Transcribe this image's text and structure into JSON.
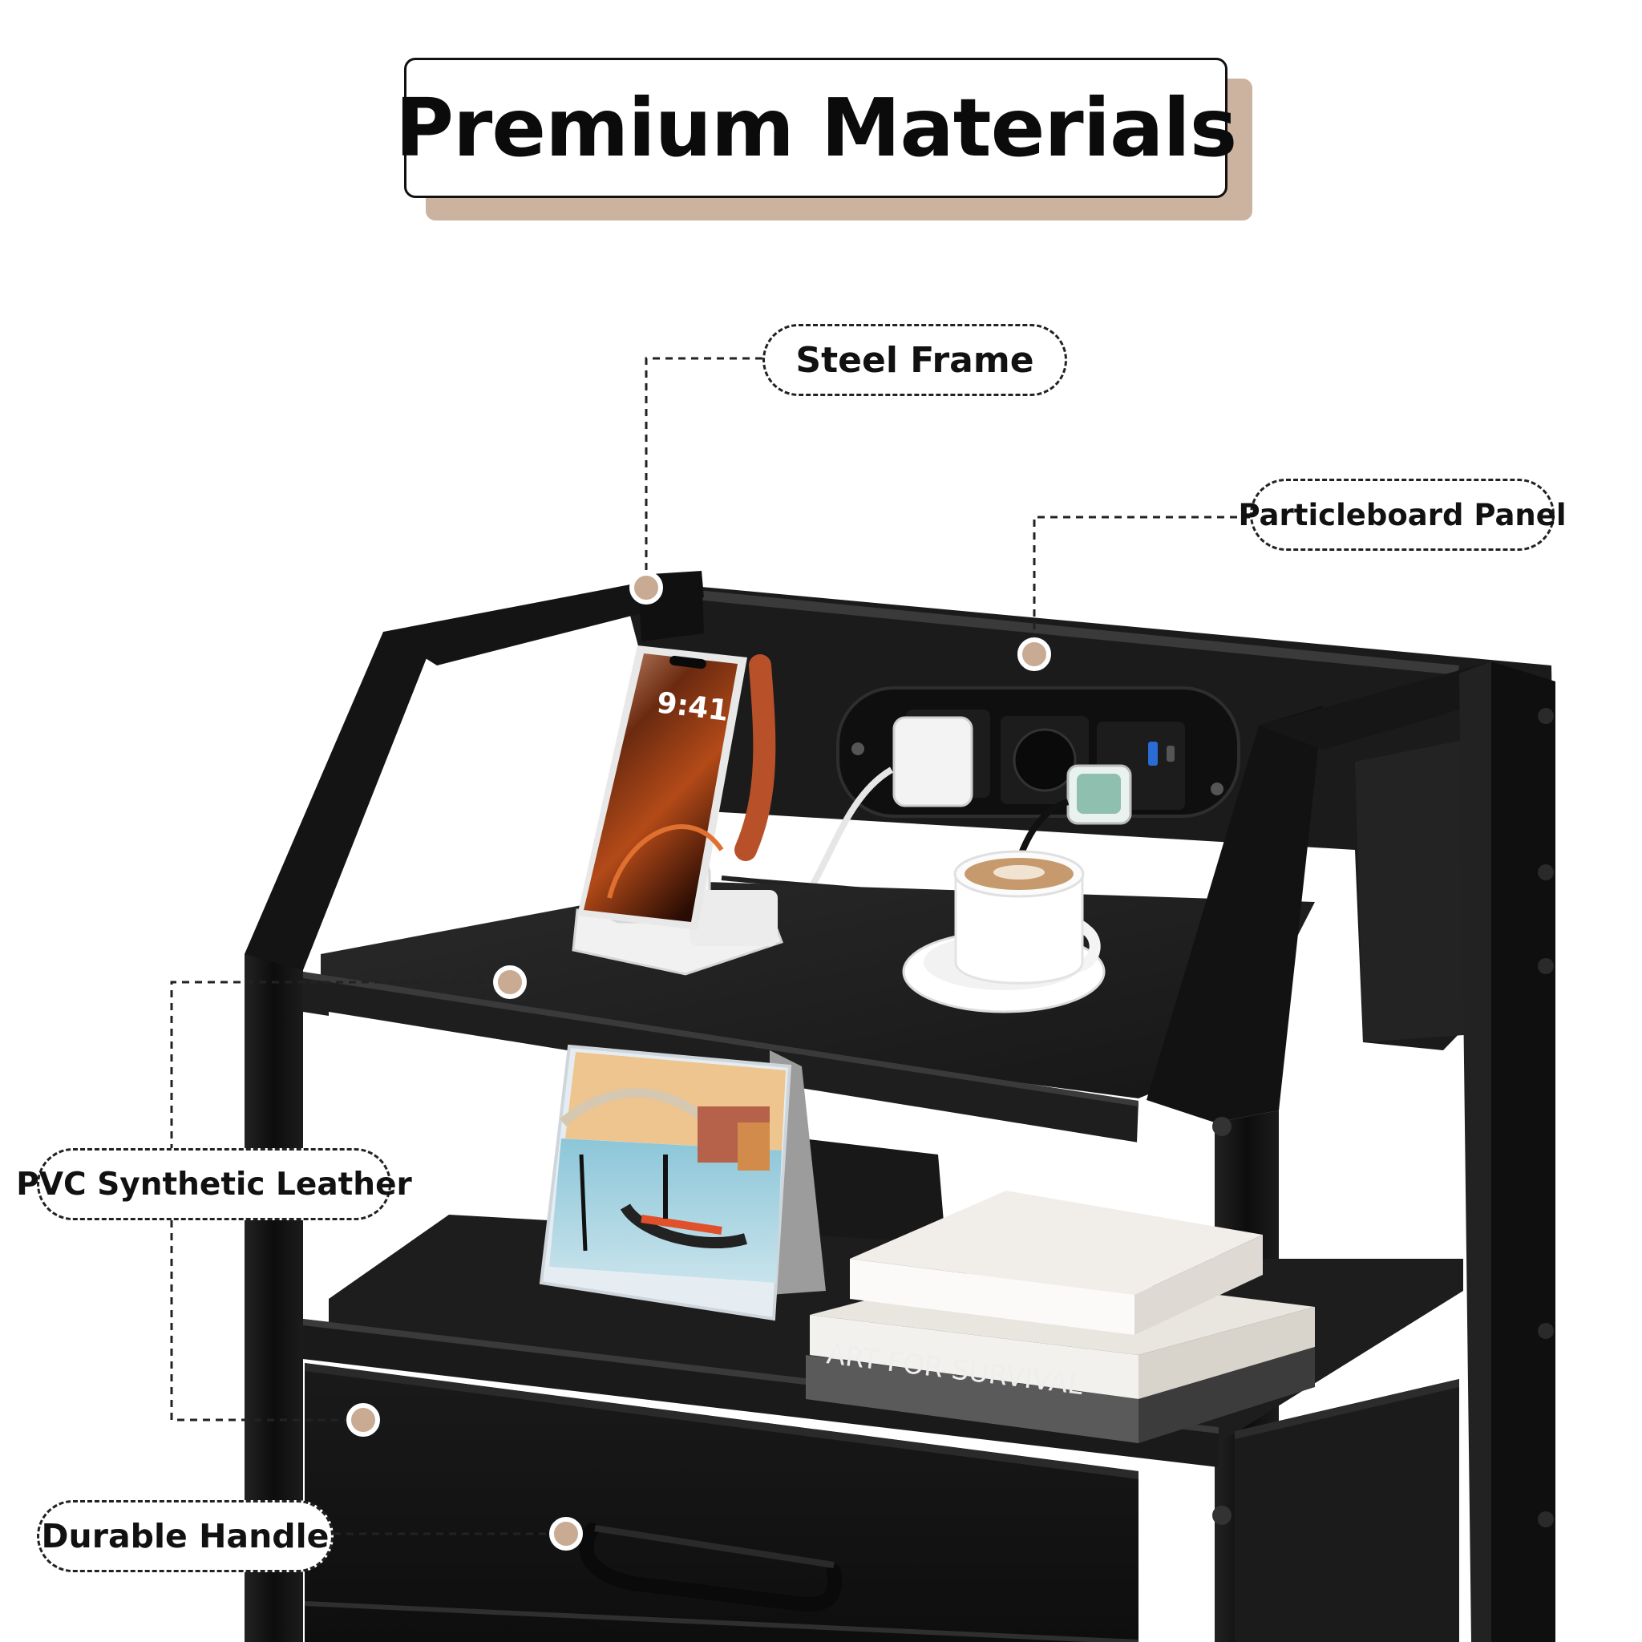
{
  "title": "Premium Materials",
  "callouts": {
    "steel_frame": "Steel Frame",
    "particleboard_panel": "Particleboard Panel",
    "pvc_leather": "PVC Synthetic Leather",
    "durable_handle": "Durable Handle"
  },
  "phone": {
    "time": "9:41"
  },
  "book": {
    "title": "ART FOR SURVIVAL"
  },
  "colors": {
    "accent": "#c8ab92",
    "frame": "#141414",
    "wood": "#1f1f1f"
  }
}
